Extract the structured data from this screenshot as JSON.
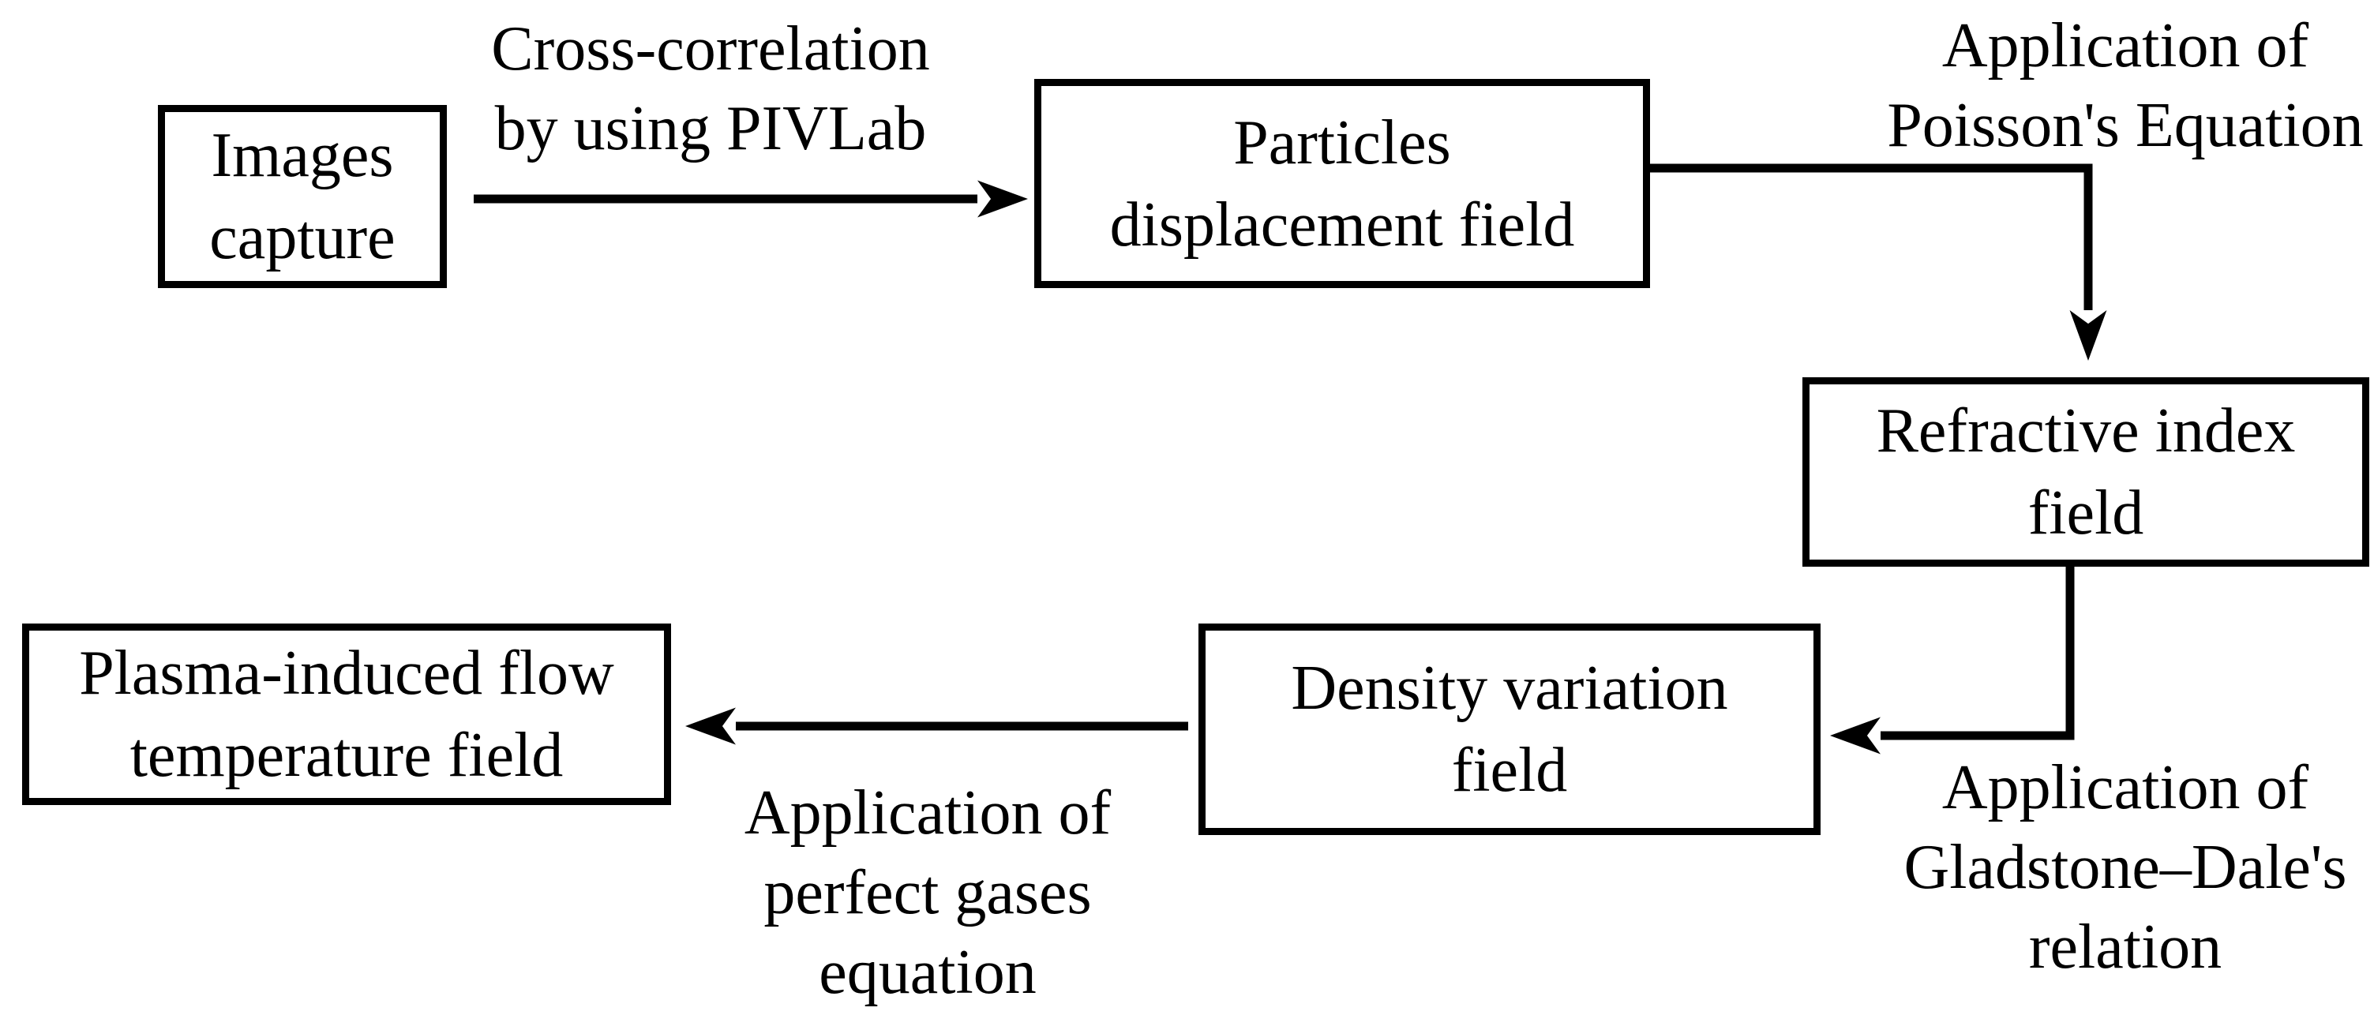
{
  "diagram": {
    "colors": {
      "ink": "#000000",
      "background": "#ffffff"
    },
    "nodes": [
      {
        "id": "images-capture",
        "lines": [
          "Images",
          "capture"
        ]
      },
      {
        "id": "particles-displacement-field",
        "lines": [
          "Particles",
          "displacement field"
        ]
      },
      {
        "id": "refractive-index-field",
        "lines": [
          "Refractive index",
          "field"
        ]
      },
      {
        "id": "density-variation-field",
        "lines": [
          "Density variation",
          "field"
        ]
      },
      {
        "id": "plasma-flow-temperature-field",
        "lines": [
          "Plasma-induced flow",
          "temperature field"
        ]
      }
    ],
    "edge_labels": [
      {
        "id": "cross-correlation",
        "lines": [
          "Cross-correlation",
          "by using PIVLab"
        ]
      },
      {
        "id": "poisson",
        "lines": [
          "Application of",
          "Poisson's Equation"
        ]
      },
      {
        "id": "gladstone-dale",
        "lines": [
          "Application of",
          "Gladstone–Dale's",
          "relation"
        ]
      },
      {
        "id": "perfect-gases",
        "lines": [
          "Application of",
          "perfect gases",
          "equation"
        ]
      }
    ]
  }
}
